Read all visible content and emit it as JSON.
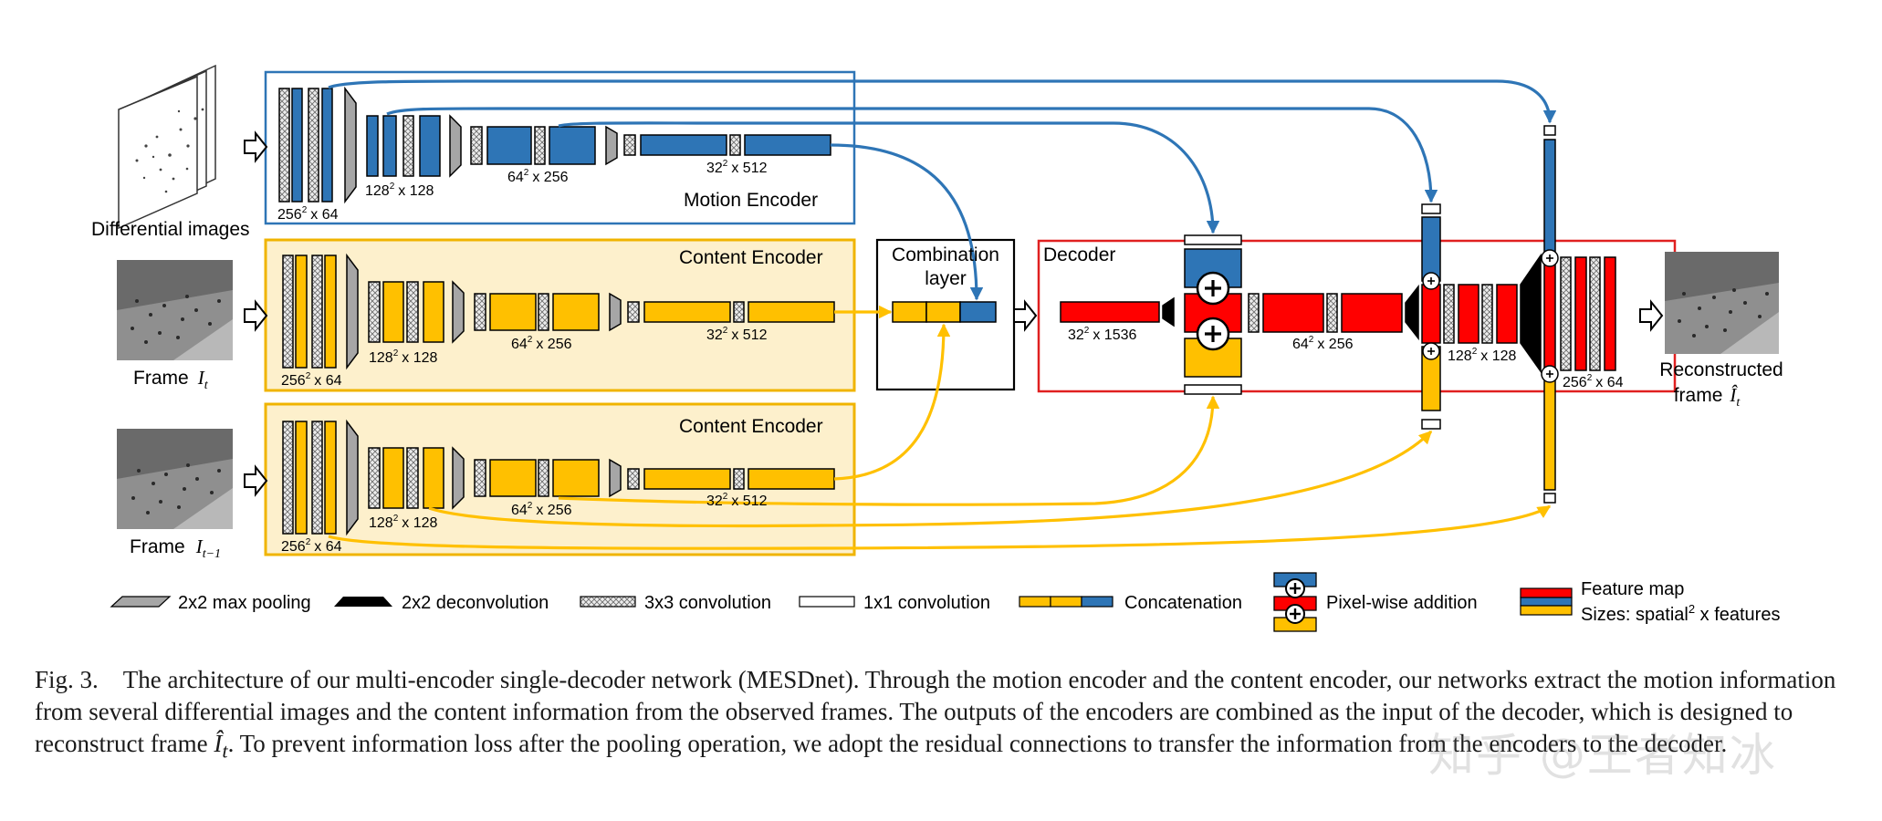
{
  "colors": {
    "blue": "#2e75b6",
    "orange": "#ffc000",
    "red": "#ff0000",
    "gray": "#a6a6a6",
    "black": "#000000",
    "enc_fill": "#fdf0cc",
    "enc_border": "#f0b400",
    "motion_border": "#2e75b6",
    "decoder_border": "#e02020"
  },
  "labels": {
    "differential_images": "Differential images",
    "frame_t": "Frame",
    "frame_t_var": "I",
    "frame_t_sub": "t",
    "frame_t1": "Frame",
    "frame_t1_var": "I",
    "frame_t1_sub": "t−1",
    "motion_encoder": "Motion Encoder",
    "content_encoder_1": "Content Encoder",
    "content_encoder_2": "Content Encoder",
    "combination_line1": "Combination",
    "combination_line2": "layer",
    "decoder": "Decoder",
    "reconstructed_line1": "Reconstructed",
    "reconstructed_line2": "frame",
    "reconstructed_var": "Î",
    "reconstructed_sub": "t"
  },
  "sizes": {
    "s256": "256",
    "s256f": "x 64",
    "s128": "128",
    "s128f": "x 128",
    "s64": "64",
    "s64f": "x 256",
    "s32": "32",
    "s32f": "x 512",
    "s32d": "32",
    "s32df": "x 1536",
    "sup": "2"
  },
  "legend": {
    "max_pooling": "2x2 max pooling",
    "deconvolution": "2x2 deconvolution",
    "conv3x3": "3x3 convolution",
    "conv1x1": "1x1 convolution",
    "concatenation": "Concatenation",
    "pixel_addition": "Pixel-wise addition",
    "feature_map": "Feature map",
    "sizes_prefix": "Sizes: spatial",
    "sizes_sup": "2",
    "sizes_suffix": " x features"
  },
  "caption": {
    "label": "Fig. 3.",
    "text_before": "The architecture of our multi-encoder single-decoder network (MESDnet). Through the motion encoder and the content encoder, our networks extract the motion information from several differential images and the content information from the observed frames. The outputs of the encoders are combined as the input of the decoder, which is designed to reconstruct frame ",
    "symbol": "Î",
    "symbol_sub": "t",
    "text_after": ". To prevent information loss after the pooling operation, we adopt the residual connections to transfer the information from the encoders to the decoder."
  },
  "watermark": "知乎 @王者知冰"
}
